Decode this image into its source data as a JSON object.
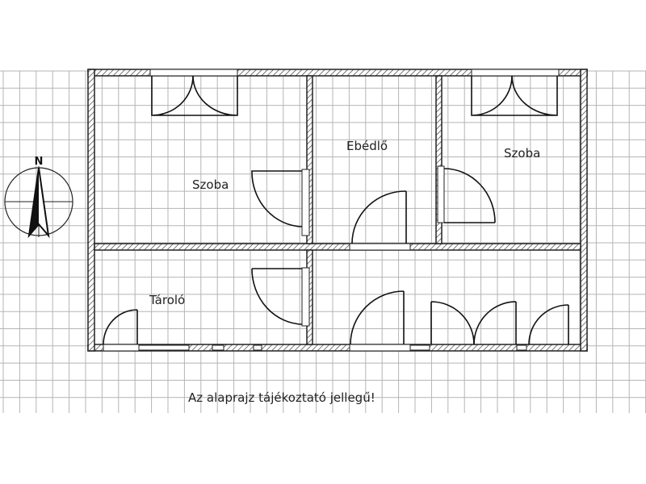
{
  "rooms": {
    "szoba_left": "Szoba",
    "ebedlo": "Ebédlő",
    "szoba_right": "Szoba",
    "tarolo": "Tároló"
  },
  "compass": {
    "north_label": "N"
  },
  "note": "Az alaprajz tájékoztató jellegű!",
  "colors": {
    "wall": "#222222",
    "grid": "#b5b5b5",
    "background": "#ffffff"
  }
}
